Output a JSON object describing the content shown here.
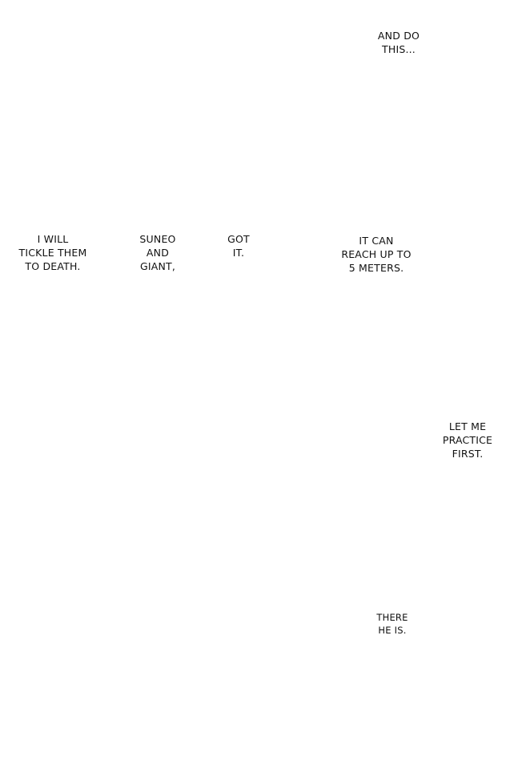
{
  "bubbles": {
    "and_do_this": [
      "AND DO",
      "THIS..."
    ],
    "tickle": [
      "I WILL",
      "TICKLE THEM",
      "TO DEATH."
    ],
    "suneo": [
      "SUNEO",
      "AND",
      "GIANT,"
    ],
    "got_it": [
      "GOT",
      "IT."
    ],
    "reach": [
      "IT CAN",
      "REACH UP TO",
      "5 METERS."
    ],
    "practice": [
      "LET ME",
      "PRACTICE",
      "FIRST."
    ],
    "there": [
      "THERE",
      "HE IS."
    ]
  }
}
